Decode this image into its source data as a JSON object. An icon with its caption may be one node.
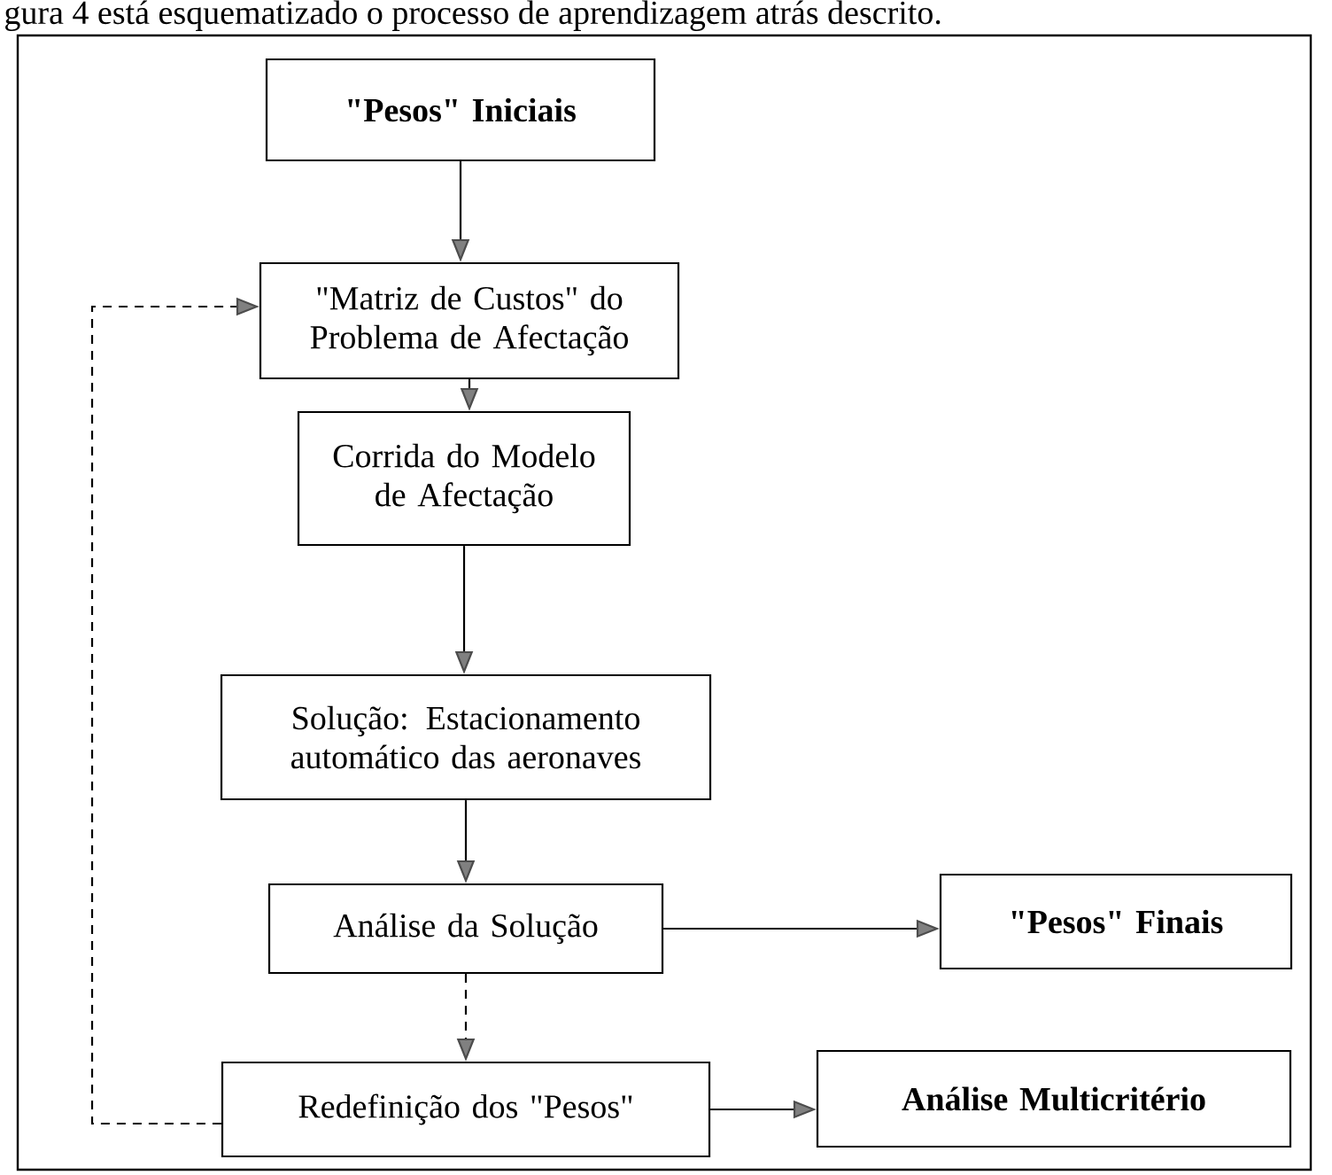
{
  "diagram": {
    "nodes": [
      {
        "text": [
          "\"Pesos\"  Iniciais"
        ]
      },
      {
        "text": [
          "\"Matriz de Custos\" do Problema de Afectação"
        ]
      },
      {
        "text": [
          "Corrida do Modelo de Afectação"
        ]
      },
      {
        "text": [
          "Solução: Estacionamento automático das aeronaves"
        ]
      },
      {
        "text": [
          "Análise da Solução"
        ]
      },
      {
        "text": [
          "\"Pesos\"  Finais"
        ]
      },
      {
        "text": [
          "Redefinição dos \"Pesos\""
        ]
      },
      {
        "text": [
          "Análise  Multicritério"
        ]
      }
    ],
    "edges": [
      {
        "from": 0,
        "to": 1,
        "arrow": "to"
      },
      {
        "from": 1,
        "to": 2,
        "arrow": "to"
      },
      {
        "from": 2,
        "to": 3,
        "arrow": "to"
      },
      {
        "from": 3,
        "to": 4,
        "arrow": "to"
      },
      {
        "from": 4,
        "to": 5,
        "arrow": "to"
      },
      {
        "from": 4,
        "to": 6,
        "arrow": "to",
        "style": "dashed"
      },
      {
        "from": 6,
        "to": 7,
        "arrow": "to"
      },
      {
        "from": 6,
        "to": 1,
        "arrow": "to",
        "style": "dashed"
      }
    ],
    "labels": [
      "gura 4 está esquematizado o processo de aprendizagem atrás descrito."
    ]
  }
}
